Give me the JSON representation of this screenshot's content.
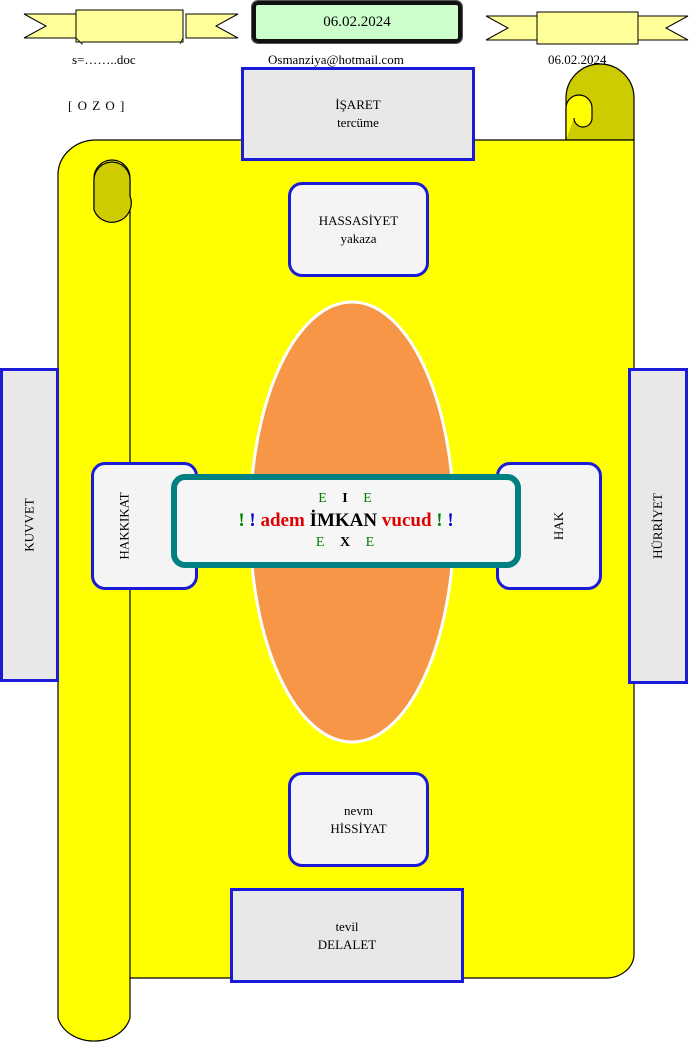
{
  "header": {
    "date_box": "06.02.2024",
    "file_ref": "s=……..doc",
    "email": "Osmanziya@hotmail.com",
    "date_right": "06.02.2024",
    "code": "[ O Z O ]"
  },
  "boxes": {
    "top_outer": {
      "line1": "İŞARET",
      "line2": "tercüme"
    },
    "top_inner": {
      "line1": "HASSASİYET",
      "line2": "yakaza"
    },
    "bottom_inner": {
      "line1": "nevm",
      "line2": "HİSSİYAT"
    },
    "bottom_outer": {
      "line1": "tevil",
      "line2": "DELALET"
    },
    "left_outer": "KUVVET",
    "left_inner": "HAKKIKAT",
    "right_inner": "HAK",
    "right_outer": "HÜRRİYET"
  },
  "center": {
    "top": {
      "e1": "E",
      "mid": "I",
      "e2": "E"
    },
    "main": {
      "excl_left_1": "!",
      "excl_left_2": "!",
      "word1": "adem",
      "word2": "İMKAN",
      "word3": "vucud",
      "excl_right_1": "!",
      "excl_right_2": "!"
    },
    "bottom": {
      "e1": "E",
      "mid": "X",
      "e2": "E"
    }
  },
  "colors": {
    "scroll_fill": "#ffff00",
    "ribbon_fill": "#ffff99",
    "curl_fill": "#cccc00",
    "ellipse_fill": "#f79646",
    "box_border": "#1a1ad8",
    "center_border": "#008080",
    "date_fill": "#ccffcc",
    "red_text": "#e00000",
    "green_text": "#008000",
    "blue_text": "#0000cc"
  }
}
